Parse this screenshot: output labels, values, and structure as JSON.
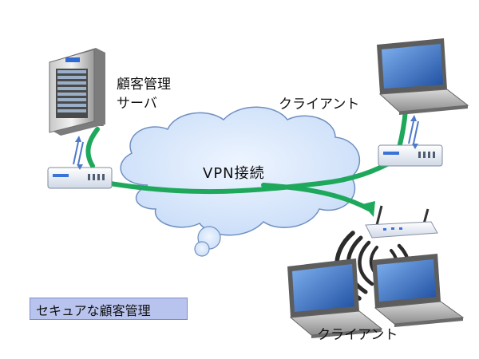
{
  "diagram": {
    "server_label_line1": "顧客管理",
    "server_label_line2": "サーバ",
    "client_top_label": "クライアント",
    "vpn_label": "VPN接続",
    "client_bottom_label": "クライアント",
    "caption": "セキュアな顧客管理",
    "colors": {
      "cloud_fill": "#dbe9fb",
      "cloud_stroke": "#6f8fc0",
      "vpn_line": "#1ea85b",
      "caption_bg": "#b9c4ee",
      "link_arrow": "#4f79c8",
      "wireless_waves": "#2b2b2b"
    }
  }
}
